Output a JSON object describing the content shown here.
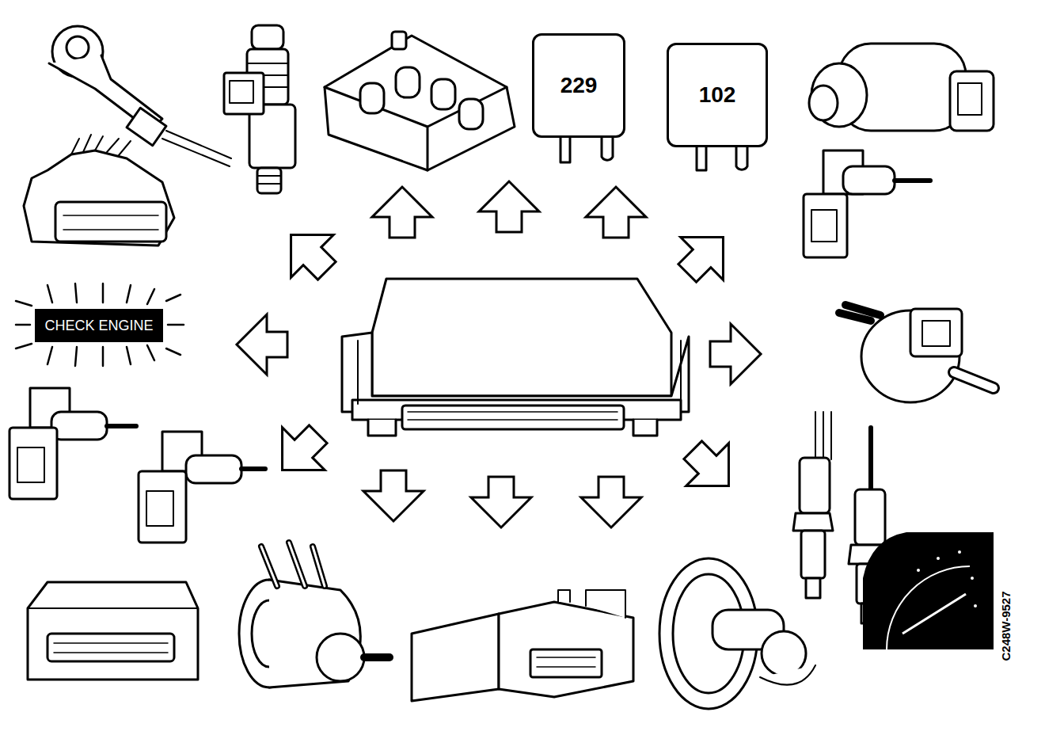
{
  "diagram": {
    "nodes": [
      {
        "text": [
          "229"
        ]
      },
      {
        "text": [
          "102"
        ]
      },
      {
        "text": [
          "CHECK ENGINE"
        ]
      }
    ],
    "labels": [
      "C248W-9527"
    ]
  }
}
